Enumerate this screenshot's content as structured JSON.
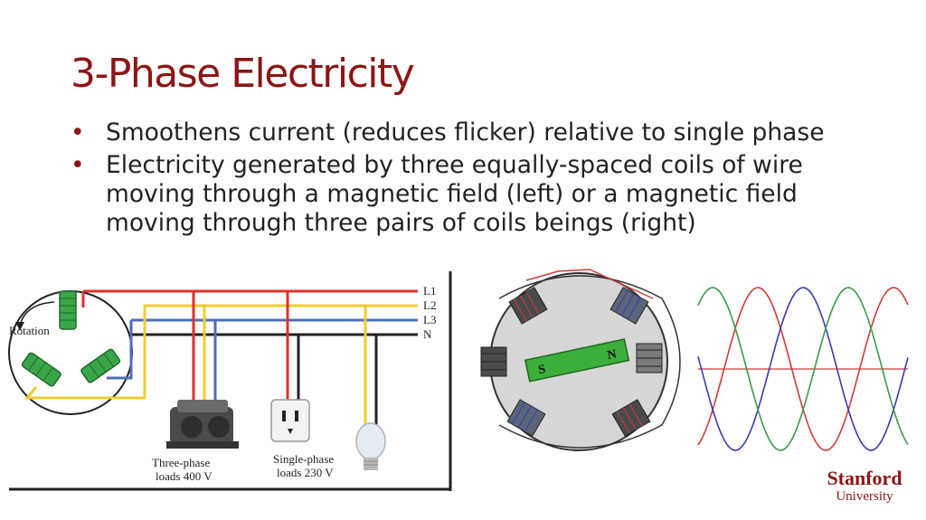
{
  "slide": {
    "title": "3-Phase Electricity",
    "bullets": [
      "Smoothens current (reduces flicker) relative to single phase",
      "Electricity generated by three equally-spaced coils of wire moving through a magnetic field (left) or a magnetic field moving through three pairs of coils beings (right)"
    ]
  },
  "left_diagram": {
    "rotation_label": "Rotation",
    "lines": [
      "L1",
      "L2",
      "L3",
      "N"
    ],
    "three_phase_label_1": "Three-phase",
    "three_phase_label_2": "loads 400 V",
    "single_phase_label_1": "Single-phase",
    "single_phase_label_2": "loads 230 V",
    "colors": {
      "L1": "#e0312c",
      "L2": "#f0cc30",
      "L3": "#4c6fb4",
      "N": "#222222",
      "coil": "#3aa64a"
    }
  },
  "middle_diagram": {
    "magnet_s": "S",
    "magnet_n": "N",
    "magnet_color": "#3cae3a",
    "stator_color": "#d6d6d6"
  },
  "right_chart": {
    "colors": [
      "#d23a3a",
      "#3a3ab0",
      "#3a9a4a"
    ]
  },
  "logo": {
    "line1": "Stanford",
    "line2": "University"
  }
}
